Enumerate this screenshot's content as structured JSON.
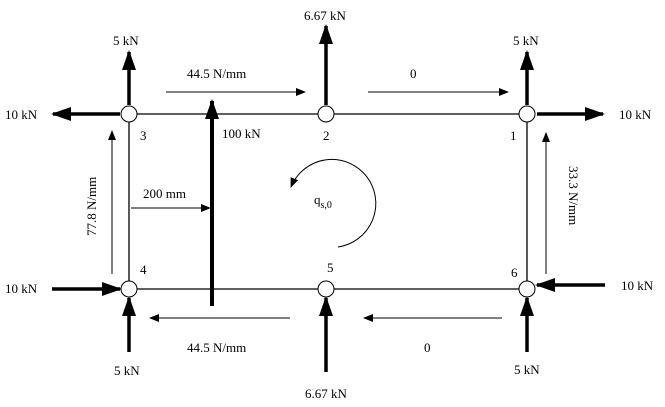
{
  "nodes": [
    "1",
    "2",
    "3",
    "4",
    "5",
    "6"
  ],
  "forces": {
    "node3_up": "5 kN",
    "node3_left": "10 kN",
    "node2_up": "6.67 kN",
    "node1_up": "5 kN",
    "node1_right": "10 kN",
    "node4_right": "10 kN",
    "node4_up": "5 kN",
    "node5_up": "6.67 kN",
    "node6_left": "10 kN",
    "node6_up": "5 kN",
    "applied_load": "100 kN"
  },
  "shear_flows": {
    "top_left": "44.5 N/mm",
    "top_right": "0",
    "left": "77.8 N/mm",
    "right": "33.3 N/mm",
    "bottom_left": "44.5 N/mm",
    "bottom_right": "0"
  },
  "dimension": "200 mm",
  "closing_shear": {
    "symbol": "q",
    "subscript": "s,0"
  }
}
